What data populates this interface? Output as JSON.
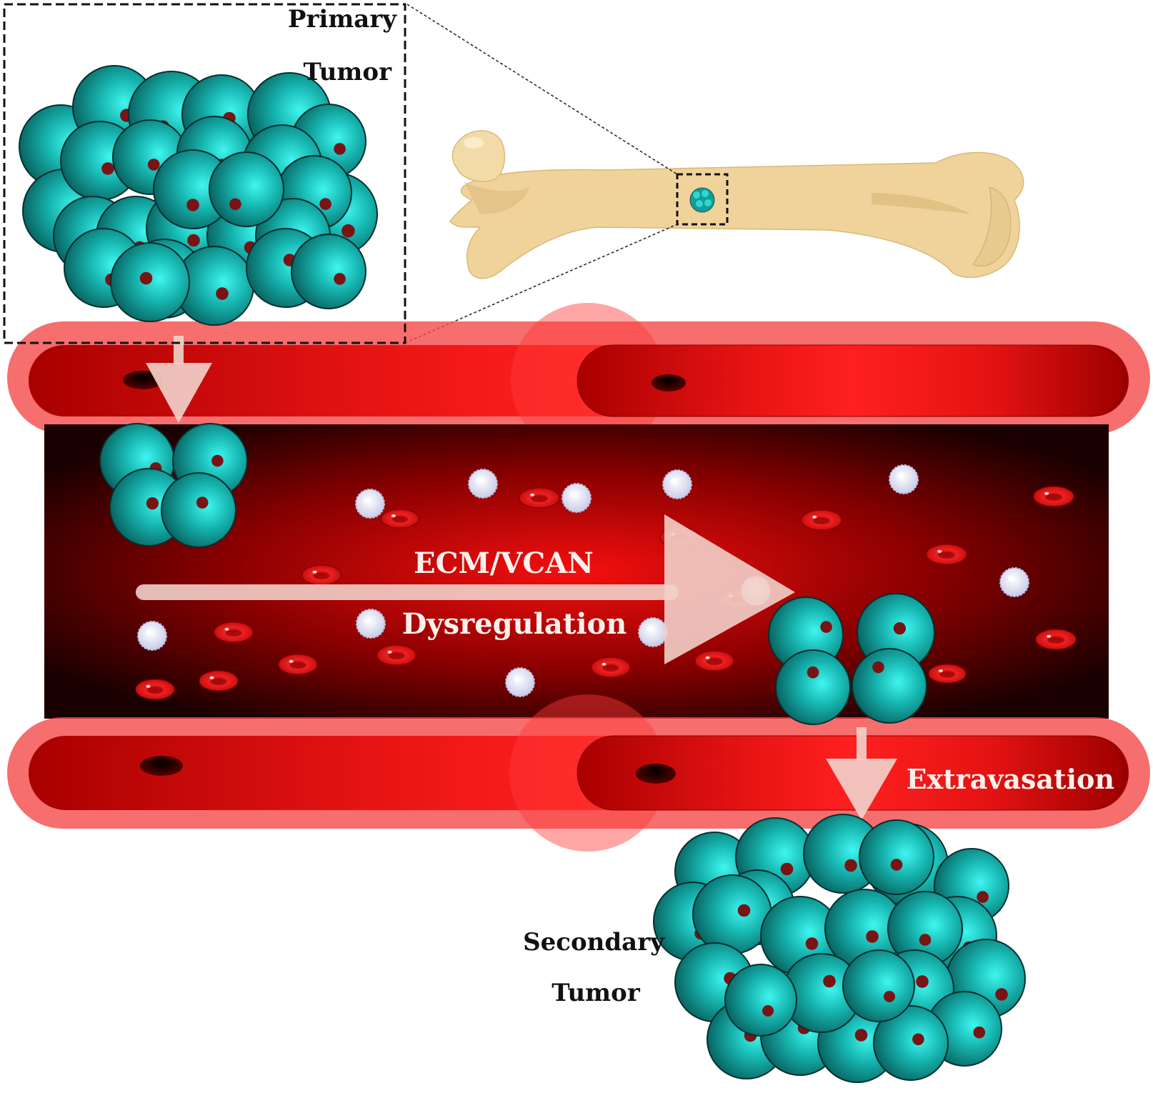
{
  "labels": {
    "primary_line1": "Primary",
    "primary_line2": "Tumor",
    "process_line1": "ECM/VCAN",
    "process_line2": "Dysregulation",
    "extravasation": "Extravasation",
    "secondary_line1": "Secondary",
    "secondary_line2": "Tumor"
  },
  "colors": {
    "tumor_cell": "#13a5a1",
    "tumor_cell_highlight": "#2ff0ea",
    "nucleus": "#7a1414",
    "vessel_wall": "#e8100f",
    "vessel_lumen_dark": "#1a0000",
    "bone": "#f0d39b",
    "red_blood_cell": "#e01818",
    "white_blood_cell": "#e4e6f6",
    "arrow": "#f3d6d0"
  },
  "icons": [
    "tumor-cell-icon",
    "bone-icon",
    "red-blood-cell-icon",
    "white-blood-cell-icon",
    "arrow-icon"
  ]
}
